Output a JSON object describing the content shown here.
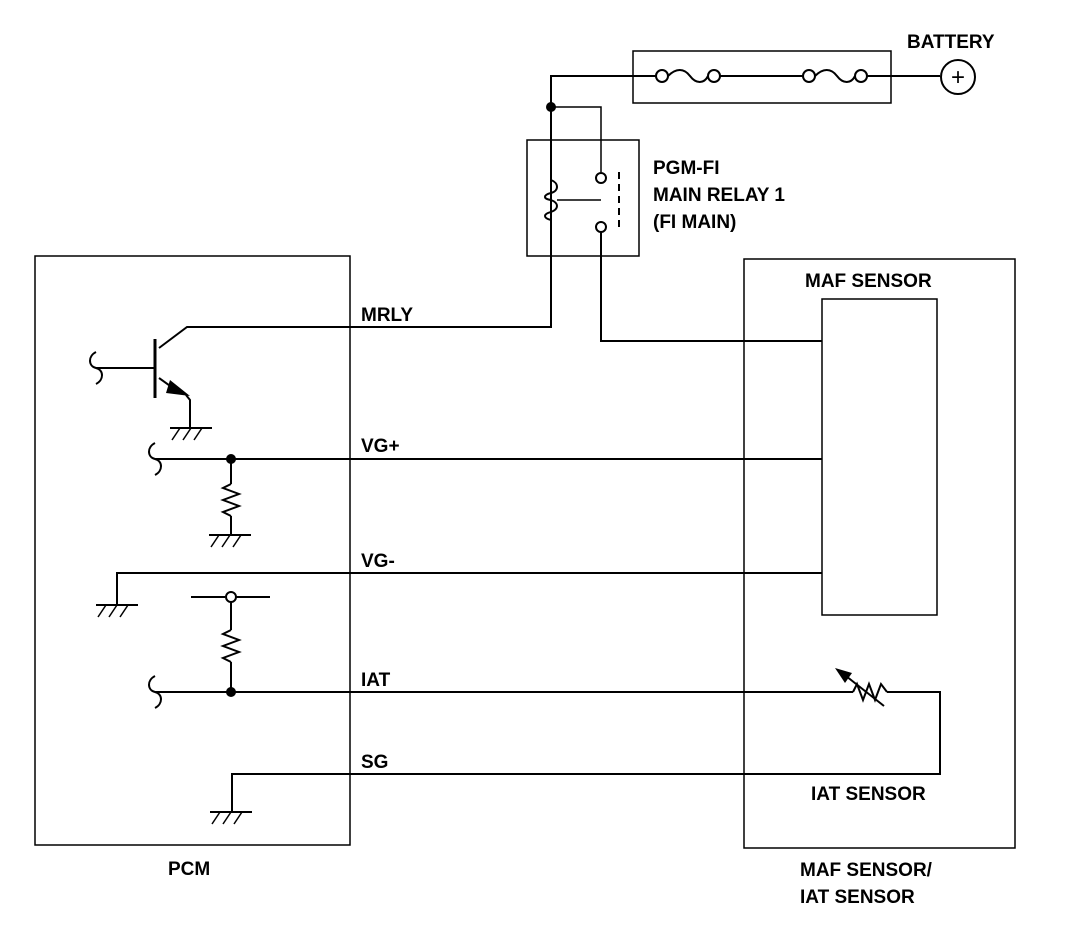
{
  "diagram": {
    "components": {
      "battery": "BATTERY",
      "relay_line1": "PGM-FI",
      "relay_line2": "MAIN RELAY 1",
      "relay_line3": "(FI MAIN)",
      "maf_sensor": "MAF SENSOR",
      "iat_sensor": "IAT SENSOR",
      "pcm": "PCM",
      "module_line1": "MAF SENSOR/",
      "module_line2": "IAT SENSOR"
    },
    "signals": {
      "mrly": "MRLY",
      "vg_plus": "VG+",
      "vg_minus": "VG-",
      "iat": "IAT",
      "sg": "SG"
    },
    "battery_symbol": "+"
  }
}
